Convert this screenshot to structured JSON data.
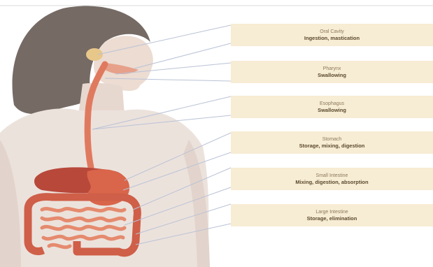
{
  "labels": [
    {
      "organ": "Oral Cavity",
      "function": "Ingestion, mastication"
    },
    {
      "organ": "Pharynx",
      "function": "Swallowing"
    },
    {
      "organ": "Esophagus",
      "function": "Swallowing"
    },
    {
      "organ": "Stomach",
      "function": "Storage, mixing, digestion"
    },
    {
      "organ": "Small Intestine",
      "function": "Mixing, digestion, absorption"
    },
    {
      "organ": "Large Intestine",
      "function": "Storage, elimination"
    }
  ],
  "colors": {
    "label_background": "#f7ecd4",
    "leader_line": "#b9c2d6",
    "organ": "#d9654a",
    "skin": "#eadfd8",
    "hair": "#6e625c"
  }
}
